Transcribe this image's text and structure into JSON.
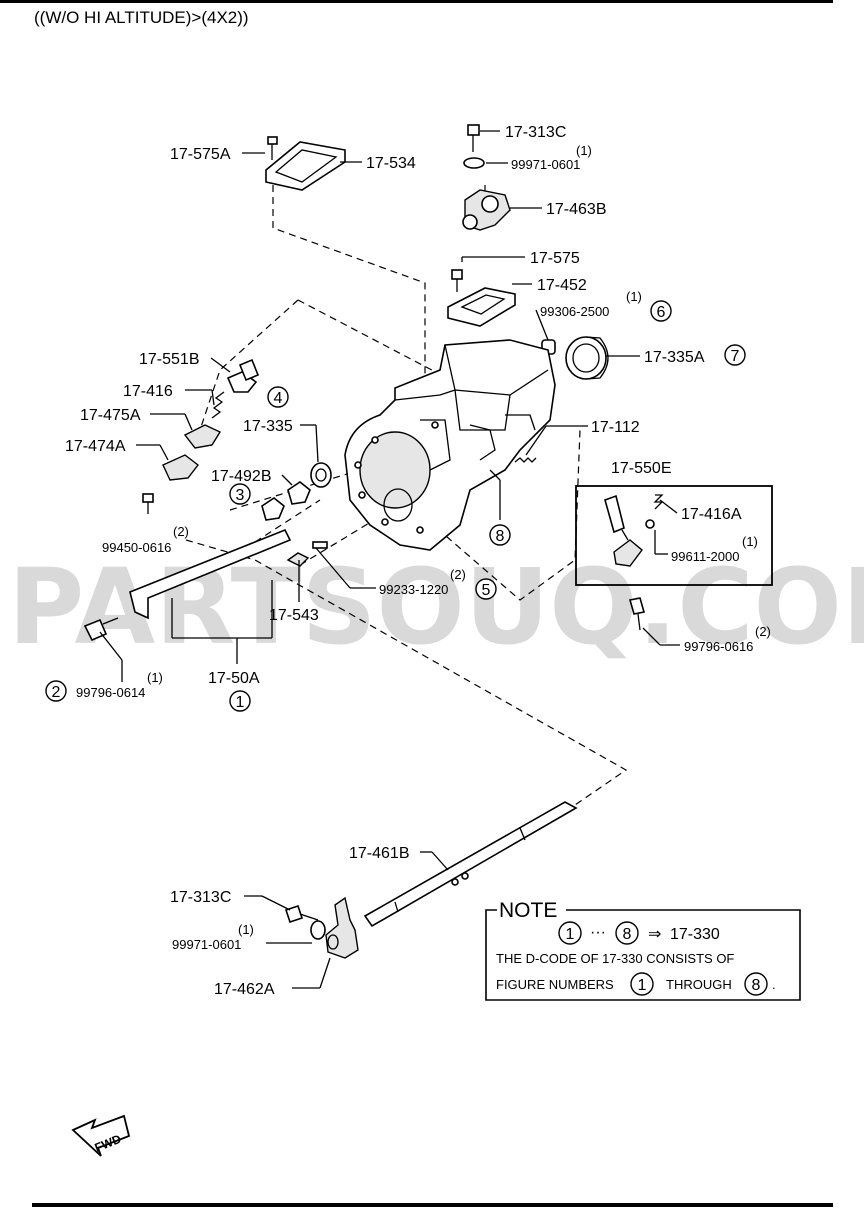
{
  "title": "((W/O HI ALTITUDE)>(4X2))",
  "watermark": "PARTSOUQ.COM",
  "labels": {
    "l17575A": "17-575A",
    "l17534": "17-534",
    "l17313C_top": "17-313C",
    "q1_top": "(1)",
    "l99971_top": "99971-0601",
    "l17463B": "17-463B",
    "l17575": "17-575",
    "l17452": "17-452",
    "q1_99306": "(1)",
    "l99306": "99306-2500",
    "l17335A": "17-335A",
    "l17551B": "17-551B",
    "l17416": "17-416",
    "l17475A": "17-475A",
    "l17474A": "17-474A",
    "l17335": "17-335",
    "l17492B": "17-492B",
    "l17112": "17-112",
    "l17550E": "17-550E",
    "l17416A": "17-416A",
    "q1_99611": "(1)",
    "l99611": "99611-2000",
    "q2_99450": "(2)",
    "l99450": "99450-0616",
    "q2_99233": "(2)",
    "l99233": "99233-1220",
    "l17543": "17-543",
    "q2_99796_0616": "(2)",
    "l99796_0616": "99796-0616",
    "q1_99796_0614": "(1)",
    "l99796_0614": "99796-0614",
    "l1750A": "17-50A",
    "l17461B": "17-461B",
    "l17313C_bot": "17-313C",
    "q1_bot": "(1)",
    "l99971_bot": "99971-0601",
    "l17462A": "17-462A"
  },
  "figure_numbers": {
    "n1": "1",
    "n2": "2",
    "n3": "3",
    "n4": "4",
    "n5": "5",
    "n6": "6",
    "n7": "7",
    "n8": "8"
  },
  "note": {
    "heading": "NOTE",
    "range_from": "1",
    "range_sep": "···",
    "range_to": "8",
    "arrow": "⇒",
    "target": "17-330",
    "line2": "THE D-CODE OF  17-330  CONSISTS OF",
    "line3a": "FIGURE NUMBERS",
    "line3b": "THROUGH",
    "line3c": ".",
    "circ1": "1",
    "circ8": "8"
  },
  "fwd_label": "FWD"
}
